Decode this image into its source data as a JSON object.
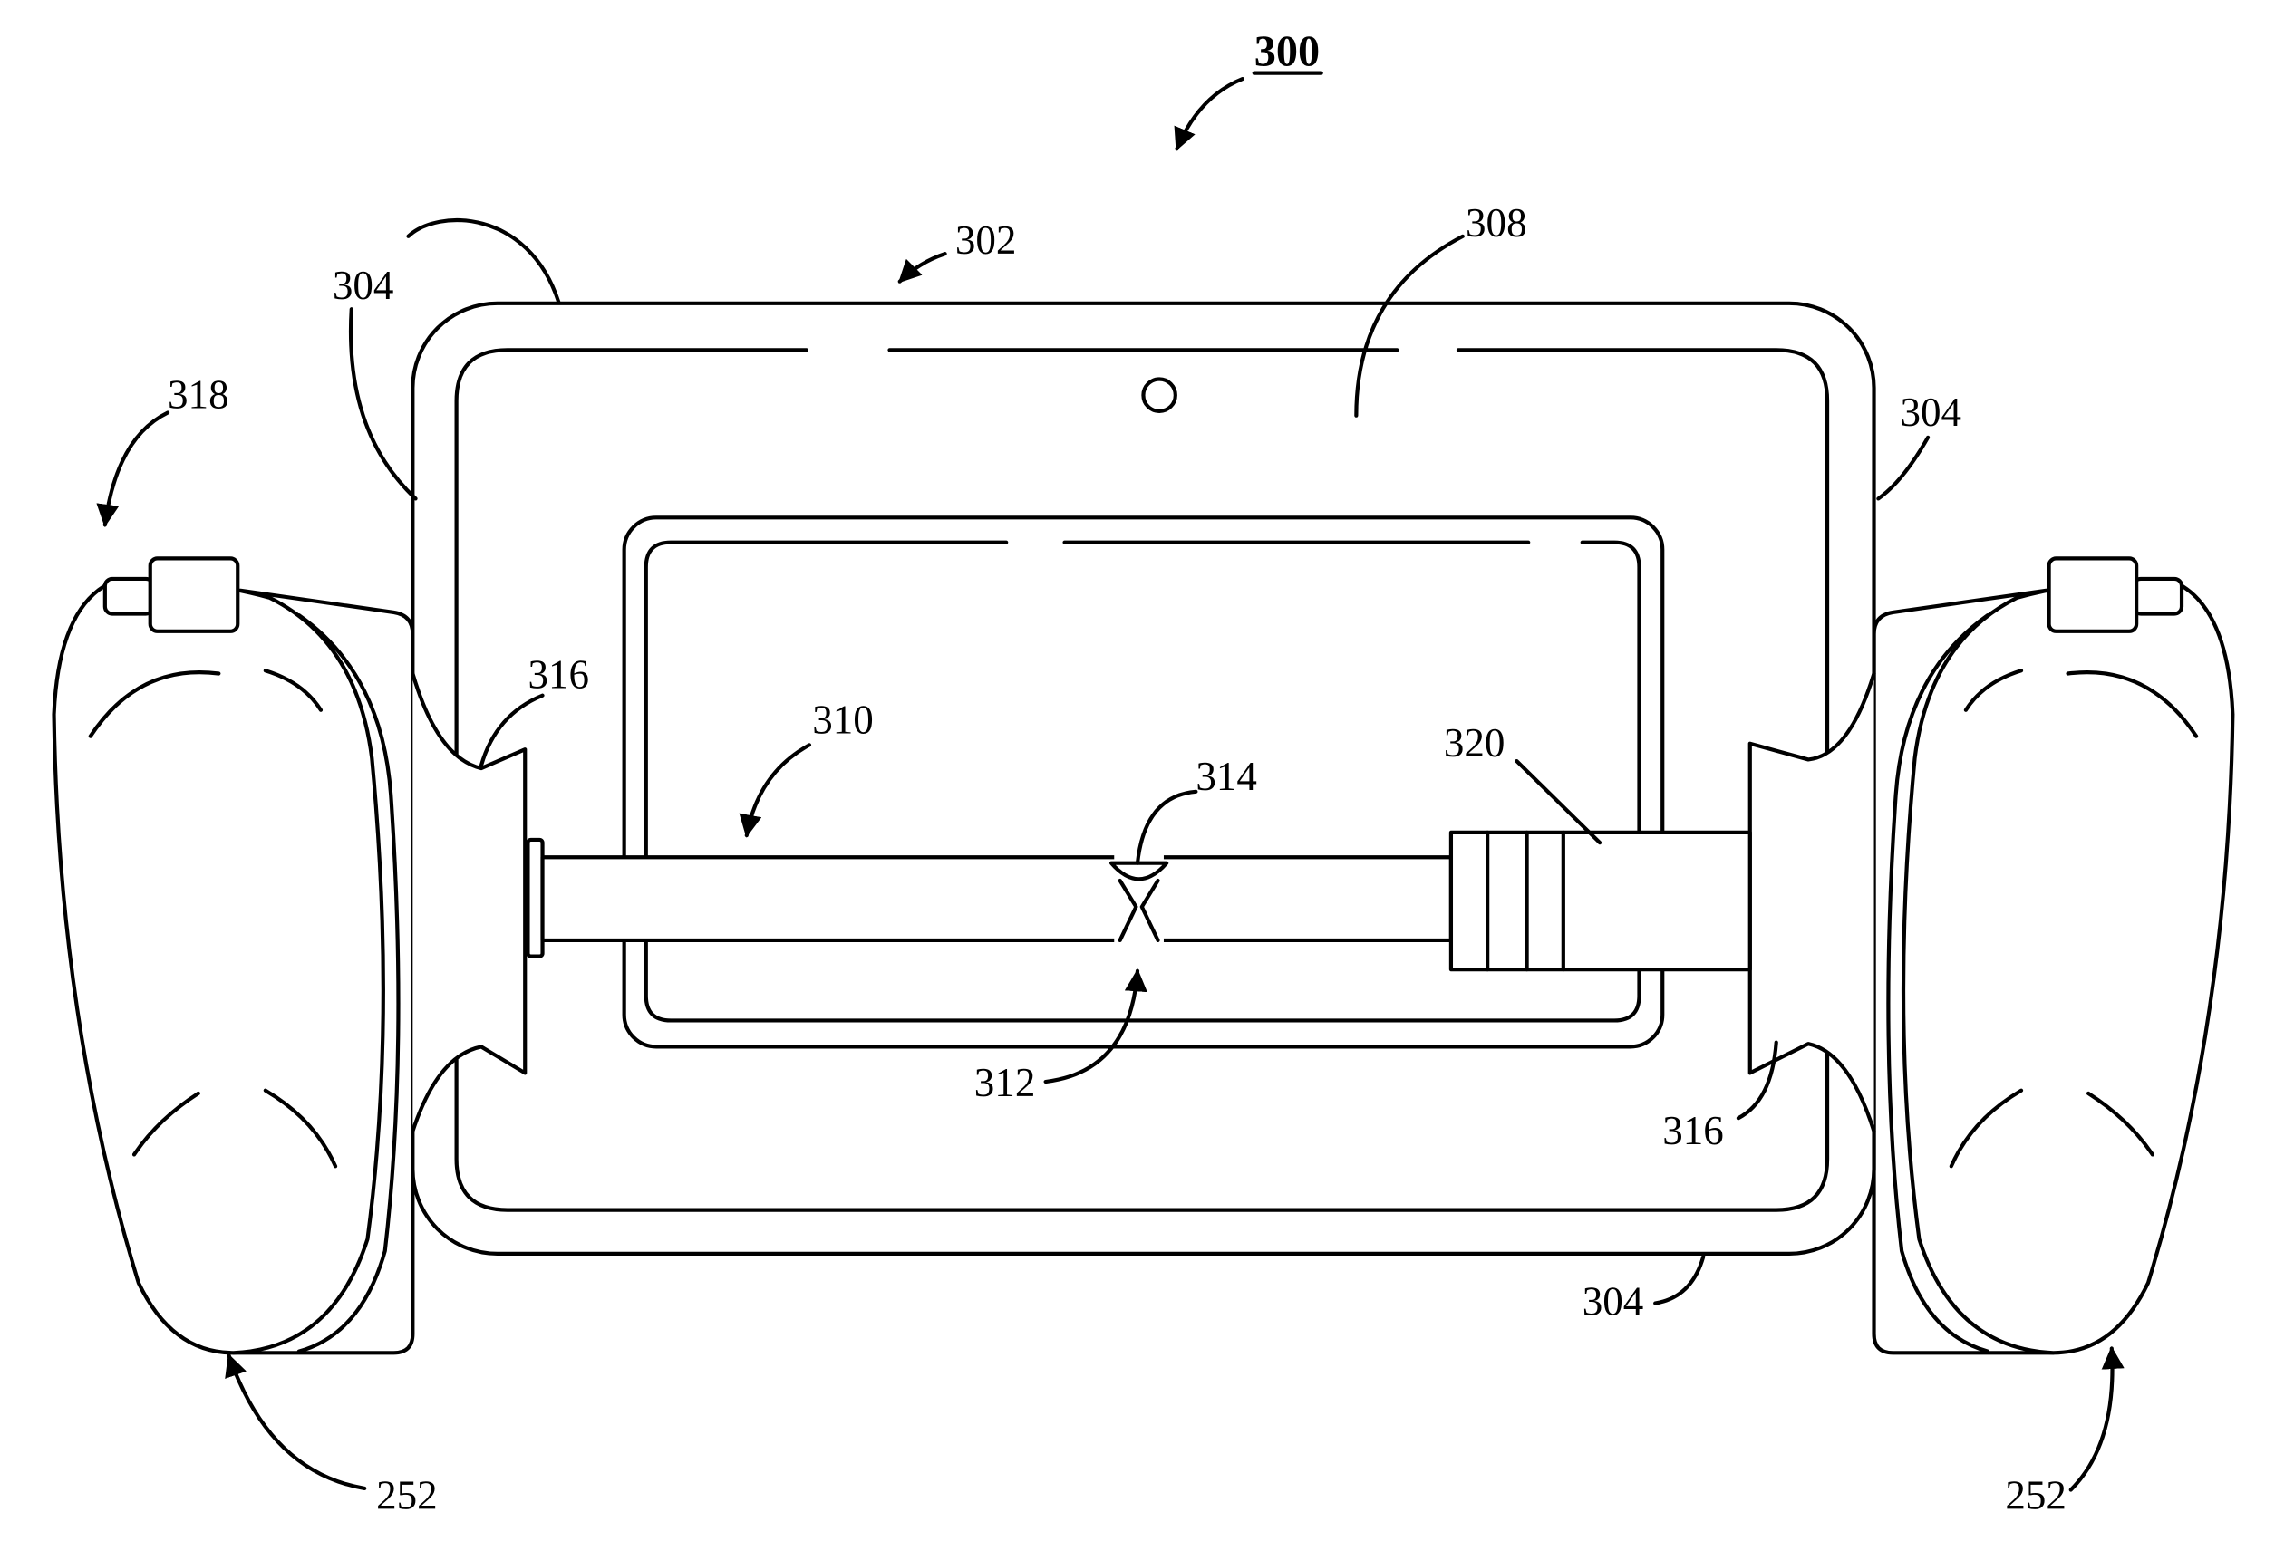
{
  "figure": {
    "number": "300",
    "callouts": {
      "c302": "302",
      "c304_top_left": "304",
      "c304_right": "304",
      "c304_bottom": "304",
      "c308": "308",
      "c310": "310",
      "c312": "312",
      "c314": "314",
      "c316_left": "316",
      "c316_right": "316",
      "c318": "318",
      "c320": "320",
      "c252_left": "252",
      "c252_right": "252"
    }
  },
  "colors": {
    "line": "#000000",
    "background": "#ffffff"
  }
}
